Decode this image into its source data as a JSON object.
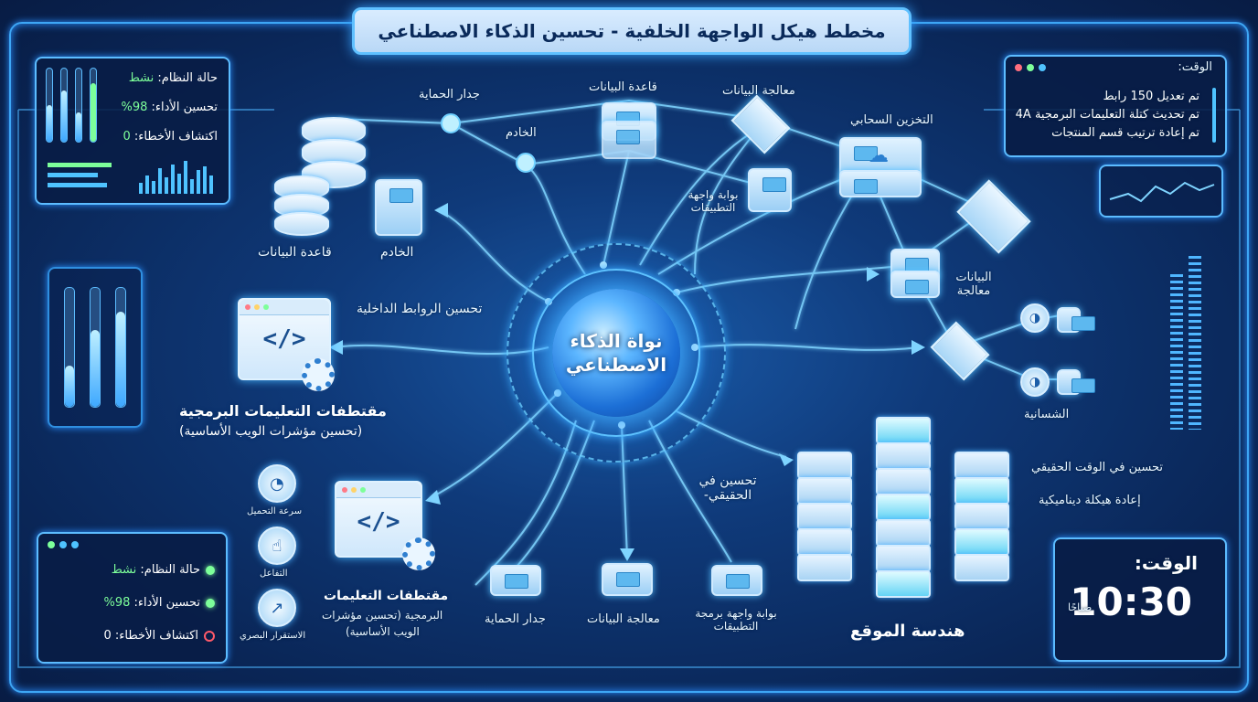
{
  "title": "مخطط هيكل الواجهة الخلفية - تحسين الذكاء الاصطناعي",
  "core": {
    "line1": "نواة الذكاء",
    "line2": "الاصطناعي"
  },
  "top_status": {
    "state_label": "حالة النظام:",
    "state_value": "نشط",
    "perf_label": "تحسين الأداء:",
    "perf_value": "98%",
    "errors_label": "اكتشاف الأخطاء:",
    "errors_value": "0"
  },
  "bottom_status": {
    "state_label": "حالة النظام:",
    "state_value": "نشط",
    "perf_label": "تحسين الأداء:",
    "perf_value": "98%",
    "errors_label": "اكتشاف الأخطاء:",
    "errors_value": "0"
  },
  "log_panel": {
    "heading": "الوقت:",
    "lines": [
      "تم تعديل 150 رابط",
      "تم تحديث كتلة التعليمات البرمجية 4A",
      "تم إعادة ترتيب قسم المنتجات"
    ]
  },
  "clock": {
    "label": "الوقت:",
    "time": "10:30",
    "suffix": "صباحًا"
  },
  "labels": {
    "firewall_top": "جدار الحماية",
    "database_top": "قاعدة البيانات",
    "data_processing_top": "معالجة البيانات",
    "server_top": "الخادم",
    "cloud_storage": "التخزين السحابي",
    "api_gateway_top": "بوابة واجهة التطبيقات",
    "database_left": "قاعدة البيانات",
    "server_left": "الخادم",
    "data_processing_right": "البيانات معالجة",
    "internal_links": "تحسين الروابط الداخلية",
    "snippets_title": "مقتطفات التعليمات البرمجية",
    "snippets_sub": "(تحسين مؤشرات الويب الأساسية)",
    "dynamic": "الشسانية",
    "realtime": "تحسين في الحقيقي-",
    "realtime_opt": "تحسين في الوقت الحقيقي",
    "dynamic_restructure": "إعادة هيكلة ديناميكية",
    "site_arch": "هندسة الموقع",
    "load_speed": "سرعة التحميل",
    "interaction": "التفاعل",
    "visual_stability": "الاستقرار البصري",
    "snippets2_title": "مقتطفات التعليمات",
    "snippets2_sub1": "البرمجية (تحسين مؤشرات",
    "snippets2_sub2": "الويب الأساسية)",
    "firewall_bottom": "جدار الحماية",
    "data_processing_bottom": "معالجة البيانات",
    "api_gateway_bottom": "بوابة واجهة برمجة التطبيقات"
  },
  "code_tag": "</>",
  "icons": [
    "gauge-icon",
    "hand-pointer-icon",
    "line-chart-icon",
    "gear-icon",
    "cloud-icon",
    "server-icon"
  ],
  "colors": {
    "accent": "#4fb6ff",
    "active": "#7dff9a",
    "error": "#ff5a6a",
    "background": "#0f3a7a"
  }
}
